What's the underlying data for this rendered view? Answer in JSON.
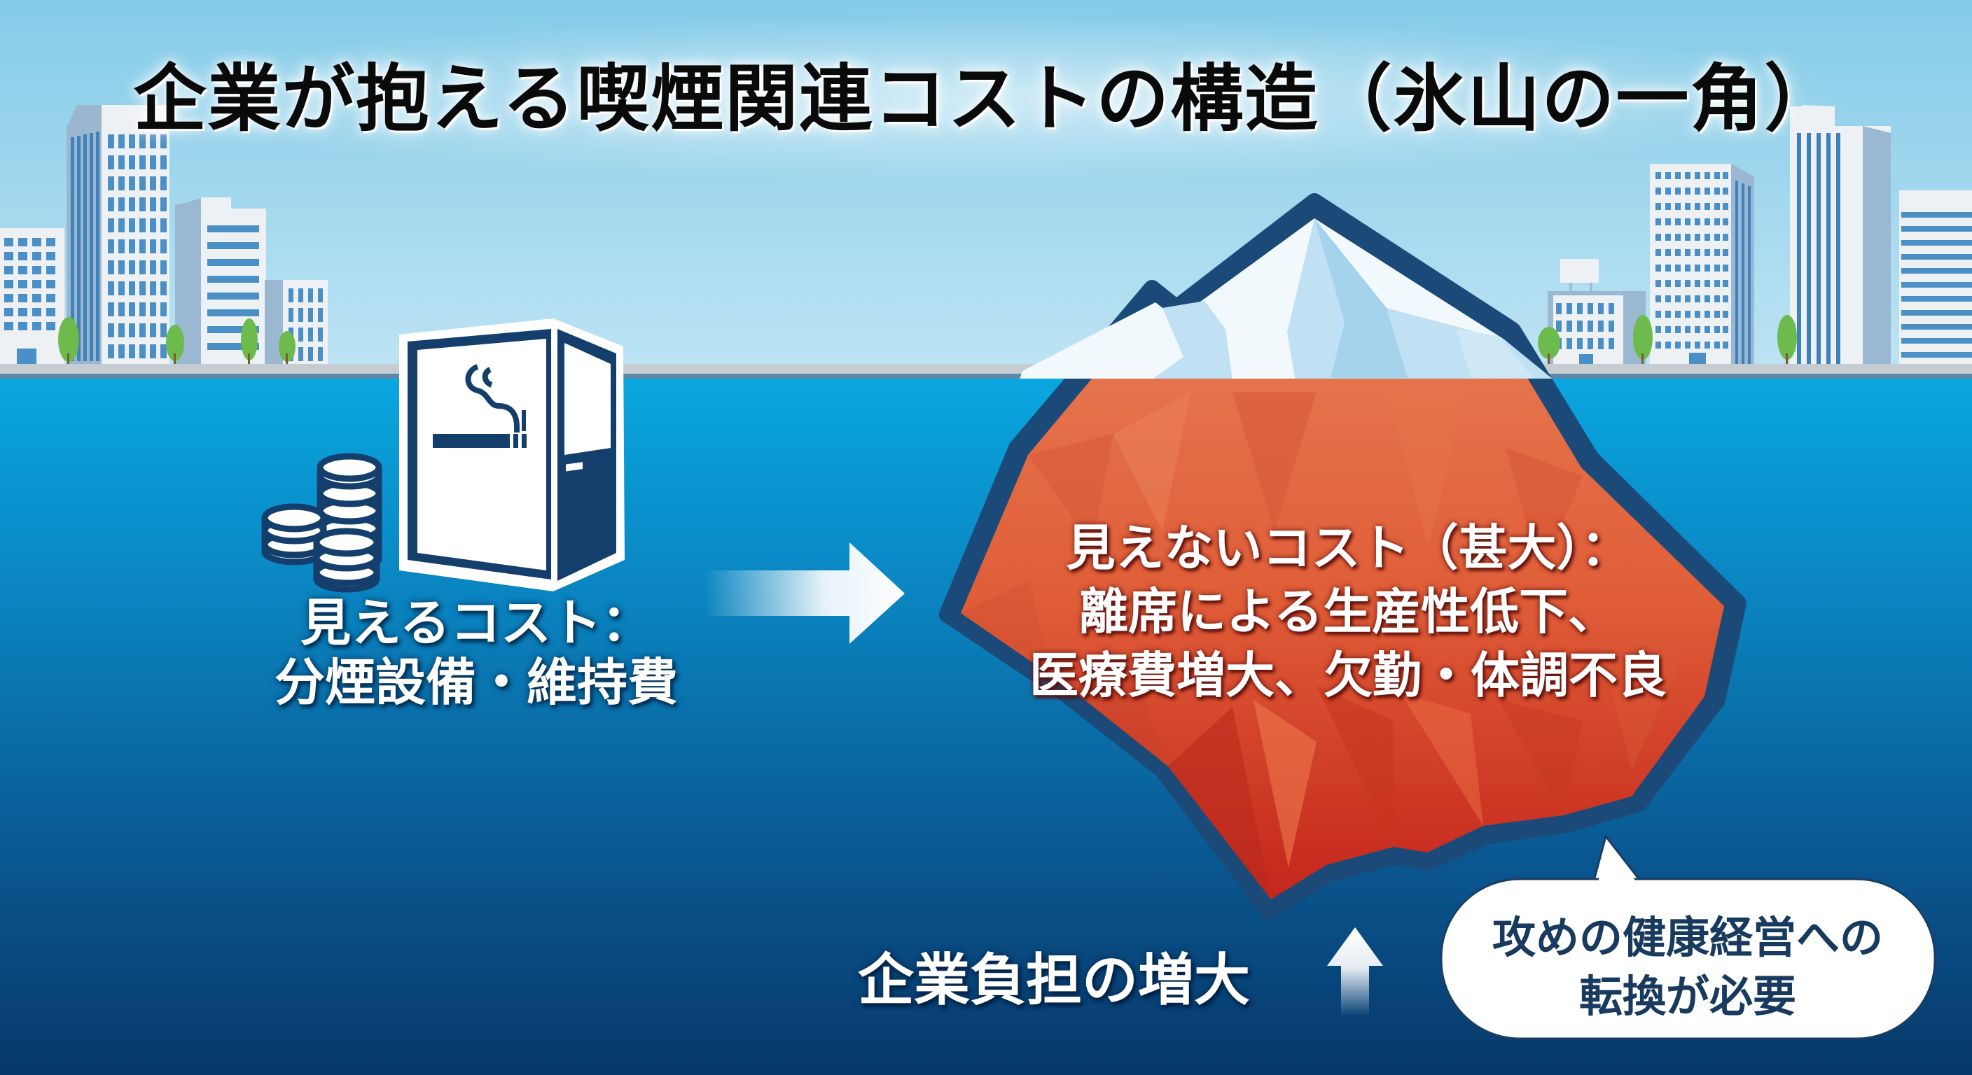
{
  "title": "企業が抱える喫煙関連コストの構造（氷山の一角）",
  "visible_cost": {
    "line1": "見えるコスト：",
    "line2": "分煙設備・維持費",
    "icons": [
      "smoking-booth-icon",
      "coin-stack-icon"
    ]
  },
  "hidden_cost": {
    "line1": "見えないコスト（甚大）：",
    "line2": "離席による生産性低下、",
    "line3": "医療費増大、欠勤・体調不良"
  },
  "burden": {
    "label": "企業負担の増大",
    "icon": "arrow-up-icon"
  },
  "callout": {
    "line1": "攻めの健康経営への",
    "line2": "転換が必要"
  },
  "flow_arrow_icon": "arrow-right-icon",
  "colors": {
    "sky_top": "#86cde9",
    "sky_bottom": "#b9e2f3",
    "water_surface": "#0aa3dc",
    "water_deep": "#073a6a",
    "iceberg_hidden": "#e0623a",
    "iceberg_hidden_dark": "#c22e20",
    "iceberg_outline": "#1b4a78",
    "iceberg_visible": "#eef8fd",
    "booth_navy": "#13406e",
    "title_text": "#0a0a0a",
    "callout_text": "#173a5e"
  }
}
